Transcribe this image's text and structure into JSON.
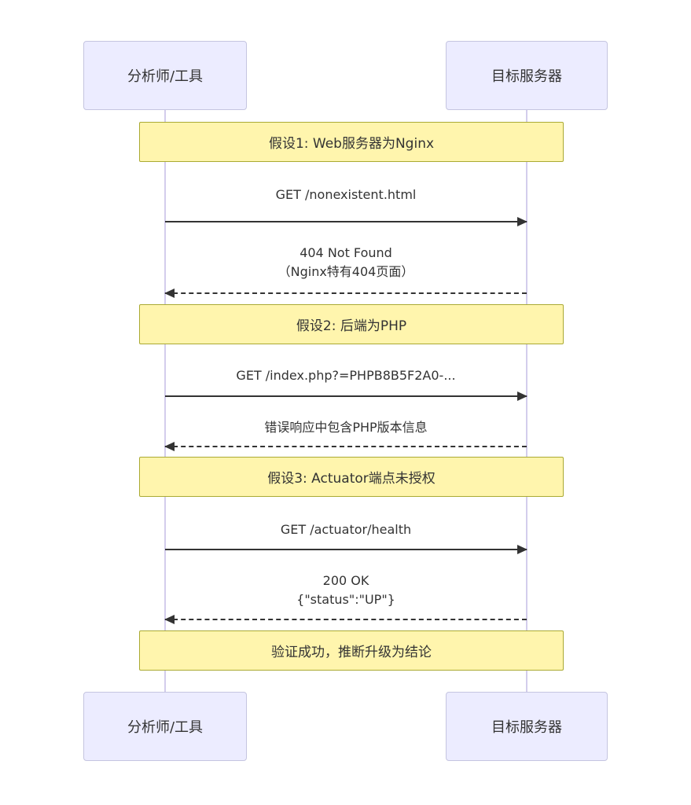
{
  "colors": {
    "background": "#ffffff",
    "actor_fill": "#ececff",
    "actor_border": "#c5c5e0",
    "lifeline": "#d3cdec",
    "note_fill": "#fff5ad",
    "note_border": "#aaaa33",
    "arrow": "#333333",
    "text": "#333333"
  },
  "diagram": {
    "actors": [
      {
        "id": "analyst",
        "label": "分析师/工具"
      },
      {
        "id": "server",
        "label": "目标服务器"
      }
    ],
    "notes": [
      {
        "label": "假设1: Web服务器为Nginx"
      },
      {
        "label": "假设2: 后端为PHP"
      },
      {
        "label": "假设3: Actuator端点未授权"
      },
      {
        "label": "验证成功，推断升级为结论"
      }
    ],
    "messages": [
      {
        "from": "analyst",
        "to": "server",
        "line": "solid",
        "direction": "right",
        "lines": [
          "GET /nonexistent.html"
        ]
      },
      {
        "from": "server",
        "to": "analyst",
        "line": "dashed",
        "direction": "left",
        "lines": [
          "404 Not Found",
          "（Nginx特有404页面）"
        ]
      },
      {
        "from": "analyst",
        "to": "server",
        "line": "solid",
        "direction": "right",
        "lines": [
          "GET /index.php?=PHPB8B5F2A0-..."
        ]
      },
      {
        "from": "server",
        "to": "analyst",
        "line": "dashed",
        "direction": "left",
        "lines": [
          "错误响应中包含PHP版本信息"
        ]
      },
      {
        "from": "analyst",
        "to": "server",
        "line": "solid",
        "direction": "right",
        "lines": [
          "GET /actuator/health"
        ]
      },
      {
        "from": "server",
        "to": "analyst",
        "line": "dashed",
        "direction": "left",
        "lines": [
          "200 OK",
          "{\"status\":\"UP\"}"
        ]
      }
    ]
  }
}
